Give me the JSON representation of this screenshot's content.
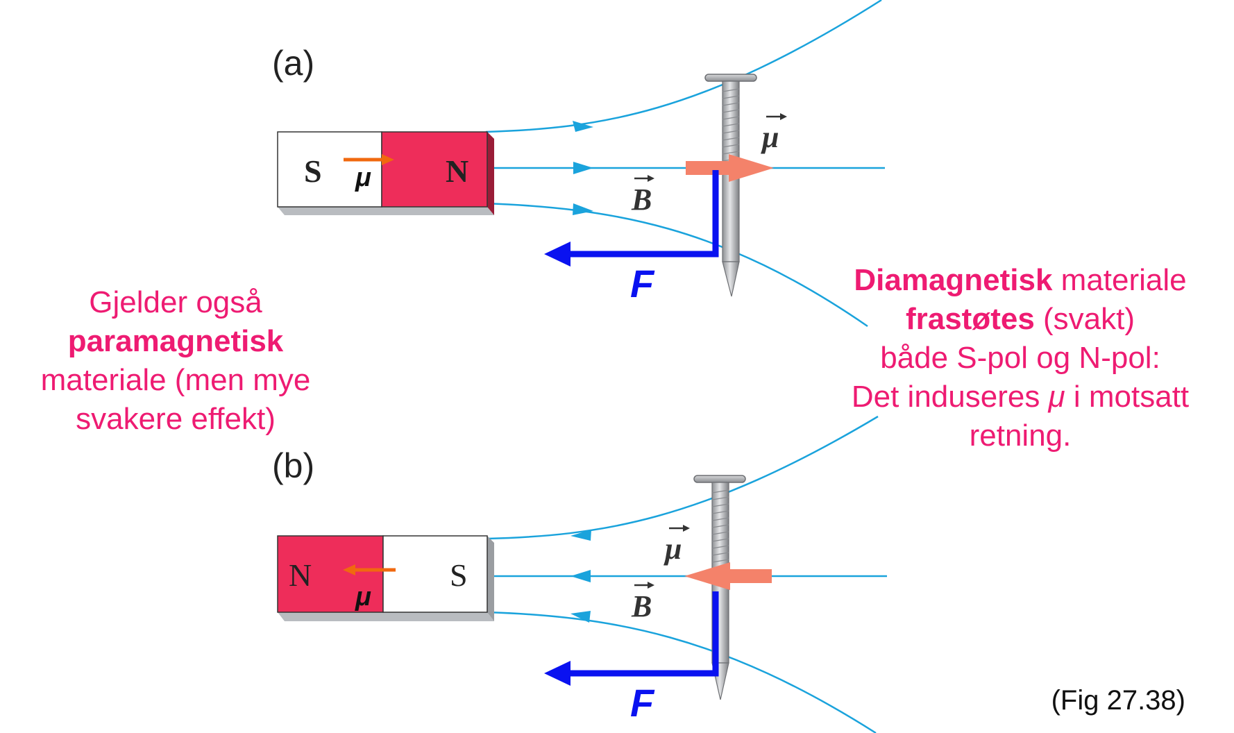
{
  "panel_a": {
    "label": "(a)",
    "magnet_left_pole": "S",
    "magnet_right_pole": "N",
    "mu_label": "μ",
    "mu_vector_label": "μ",
    "b_vector_label": "B",
    "force_label": "F"
  },
  "panel_b": {
    "label": "(b)",
    "magnet_left_pole": "N",
    "magnet_right_pole": "S",
    "mu_label": "μ",
    "mu_vector_label": "μ",
    "b_vector_label": "B",
    "force_label": "F"
  },
  "left_note": {
    "line1": "Gjelder også",
    "line2_bold": "paramagnetisk",
    "line3": "materiale (men mye",
    "line4": "svakere effekt)"
  },
  "right_note": {
    "line1_bold": "Diamagnetisk",
    "line1_rest": " materiale",
    "line2_bold": "frastøtes",
    "line2_rest": " (svakt)",
    "line3": "både S-pol og N-pol:",
    "line4_a": "Det induseres ",
    "line4_mu": "μ",
    "line4_b": " i motsatt",
    "line5": "retning."
  },
  "figure_ref": "(Fig 27.38)",
  "colors": {
    "field_line": "#1aa3dc",
    "magnet_red": "#ee2d5a",
    "magnet_white": "#ffffff",
    "force_arrow": "#0a12f0",
    "mu_arrow_magnet": "#f0690f",
    "mu_arrow_nail": "#f4826a",
    "note_text": "#ee1b72"
  }
}
